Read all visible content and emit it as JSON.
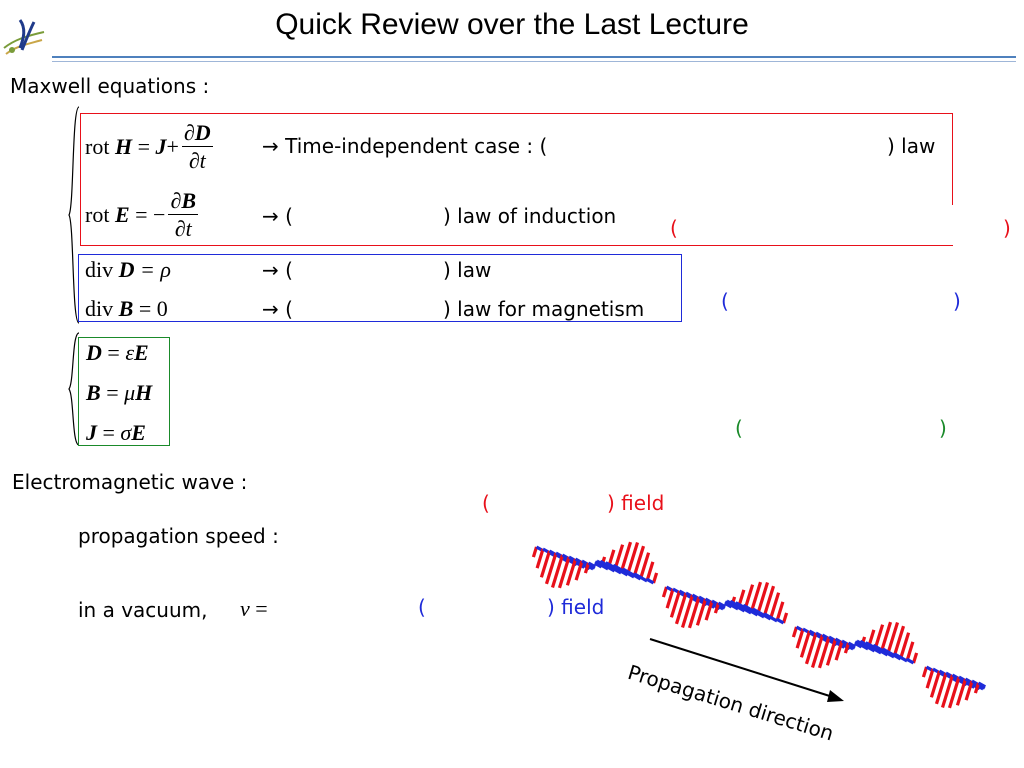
{
  "slide": {
    "title": "Quick Review over the Last Lecture"
  },
  "maxwell": {
    "heading": "Maxwell equations :",
    "eq1": {
      "lhs": "rot",
      "lhs_var": "H",
      "eq": "=",
      "j": "J",
      "plus": "+",
      "num": "∂D",
      "den": "∂t",
      "arrow": "→",
      "note_before": "Time-independent case : (",
      "note_after": ") law"
    },
    "eq2": {
      "lhs": "rot",
      "lhs_var": "E",
      "eq": "= −",
      "num": "∂B",
      "den": "∂t",
      "arrow": "→",
      "note_before": "(",
      "note_after": ") law of induction"
    },
    "eq3": {
      "lhs": "div",
      "var": "D",
      "rhs": "= ρ",
      "arrow": "→",
      "note_before": "(",
      "note_after": ") law"
    },
    "eq4": {
      "lhs": "div",
      "var": "B",
      "rhs": "= 0",
      "arrow": "→",
      "note_before": "(",
      "note_after": ") law for magnetism"
    },
    "red_blank": {
      "open": "(",
      "close": ")"
    },
    "blue_blank": {
      "open": "(",
      "close": ")"
    }
  },
  "constitutive": {
    "rel1": {
      "lhs": "D",
      "eq": "=",
      "coef": "ε",
      "rhs": "E"
    },
    "rel2": {
      "lhs": "B",
      "eq": "=",
      "coef": "μ",
      "rhs": "H"
    },
    "rel3": {
      "lhs": "J",
      "eq": "=",
      "coef": "σ",
      "rhs": "E"
    },
    "green_blank": {
      "open": "(",
      "close": ")"
    }
  },
  "wave": {
    "heading": "Electromagnetic wave :",
    "speed_label": "propagation speed :",
    "vacuum_label": "in a vacuum,",
    "v_symbol": "v",
    "v_eq": "=",
    "red_field": {
      "open": "(",
      "close": ") field"
    },
    "blue_field": {
      "open": "(",
      "close": ") field"
    },
    "direction_label": "Propagation direction"
  },
  "colors": {
    "rule": "#4f81bd",
    "red": "#e8101a",
    "blue": "#1f2bd9",
    "green": "#1a8a2a"
  }
}
